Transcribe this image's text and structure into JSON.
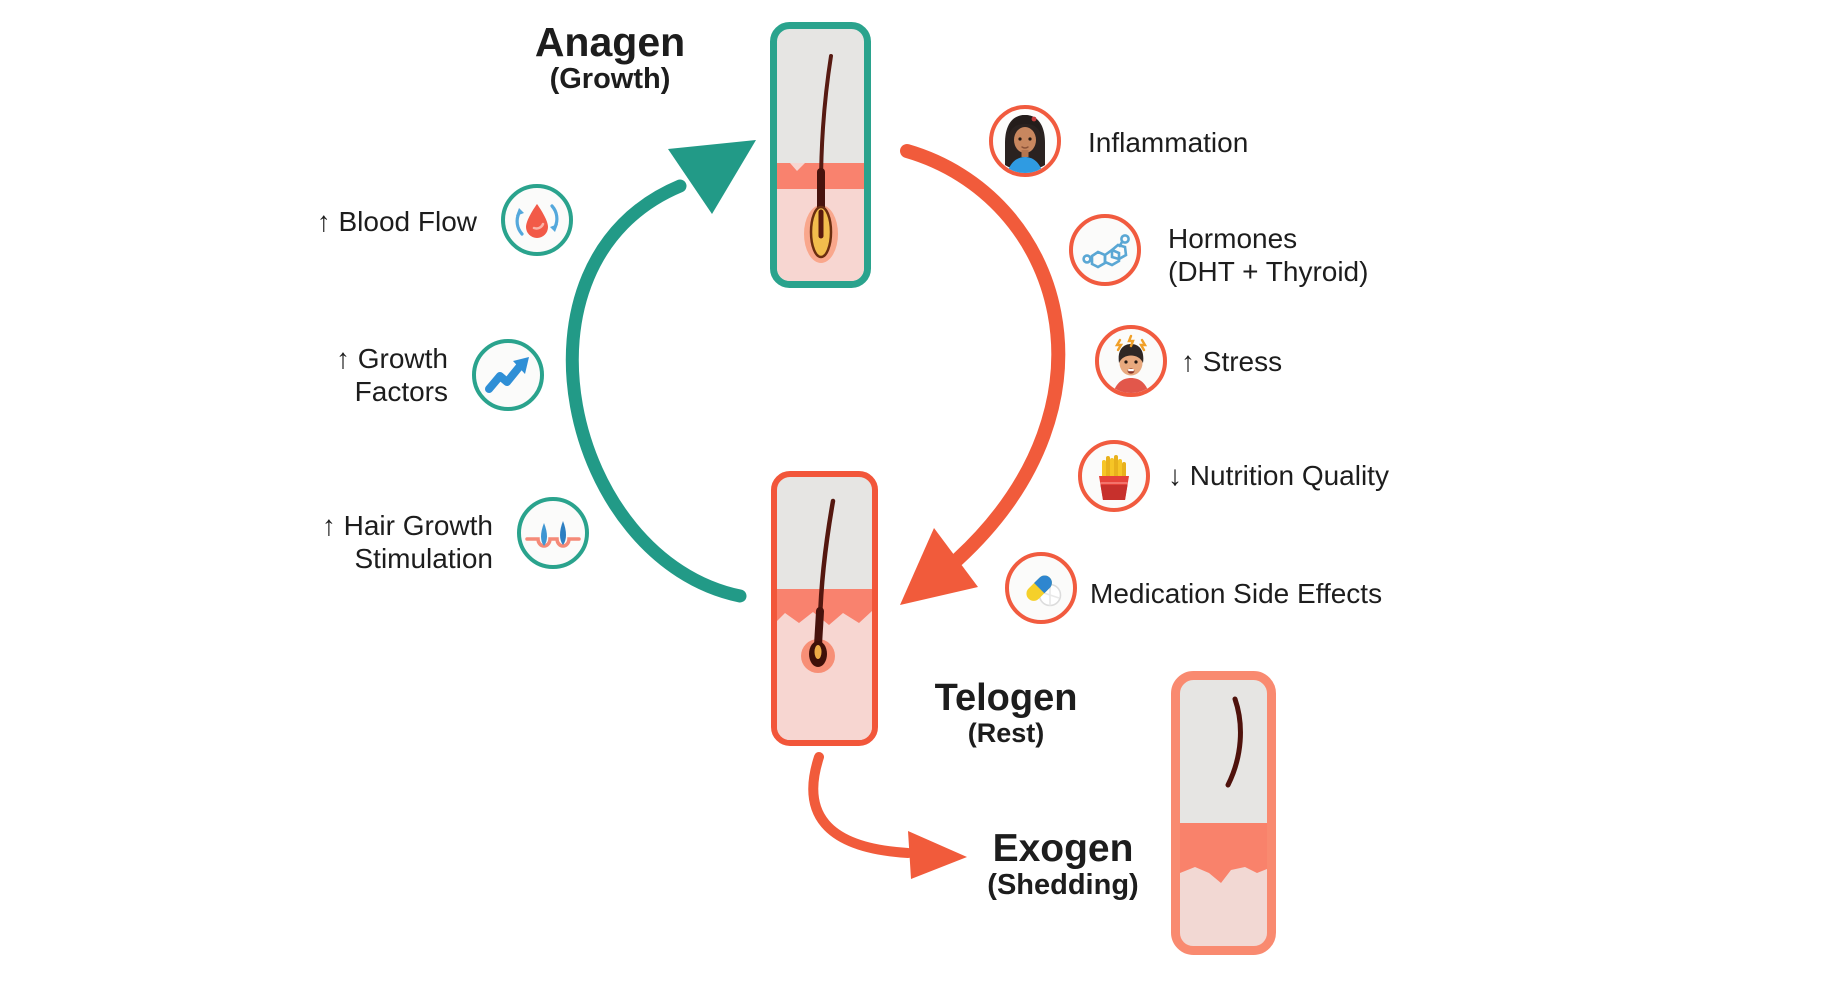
{
  "diagram": {
    "title_hint": "Hair growth cycle diagram",
    "phases": {
      "anagen": {
        "title": "Anagen",
        "subtitle": "(Growth)"
      },
      "telogen": {
        "title": "Telogen",
        "subtitle": "(Rest)"
      },
      "exogen": {
        "title": "Exogen",
        "subtitle": "(Shedding)"
      }
    },
    "growth_factors": {
      "blood_flow": {
        "lines": [
          "↑ Blood Flow"
        ],
        "icon": "blood-flow-cycle-icon"
      },
      "growth": {
        "lines": [
          "↑ Growth",
          "Factors"
        ],
        "icon": "rising-chart-icon"
      },
      "stimulation": {
        "lines": [
          "↑ Hair Growth",
          "Stimulation"
        ],
        "icon": "follicle-stimulation-icon"
      }
    },
    "decline_factors": {
      "inflammation": {
        "lines": [
          "Inflammation"
        ],
        "icon": "woman-face-icon"
      },
      "hormones": {
        "lines": [
          "Hormones",
          "(DHT + Thyroid)"
        ],
        "icon": "hormone-molecule-icon"
      },
      "stress": {
        "lines": [
          "↑ Stress"
        ],
        "icon": "stressed-man-icon"
      },
      "nutrition": {
        "lines": [
          "↓ Nutrition Quality"
        ],
        "icon": "french-fries-icon"
      },
      "medication": {
        "lines": [
          "Medication Side Effects"
        ],
        "icon": "pills-icon"
      }
    },
    "colors": {
      "growth_accent": "#229a87",
      "decline_accent": "#f15b3b",
      "skin_band": "#f9826e",
      "dermis_pink": "#f7d6d1",
      "epidermis_gray": "#e6e5e3",
      "text": "#1d1d1d"
    }
  }
}
